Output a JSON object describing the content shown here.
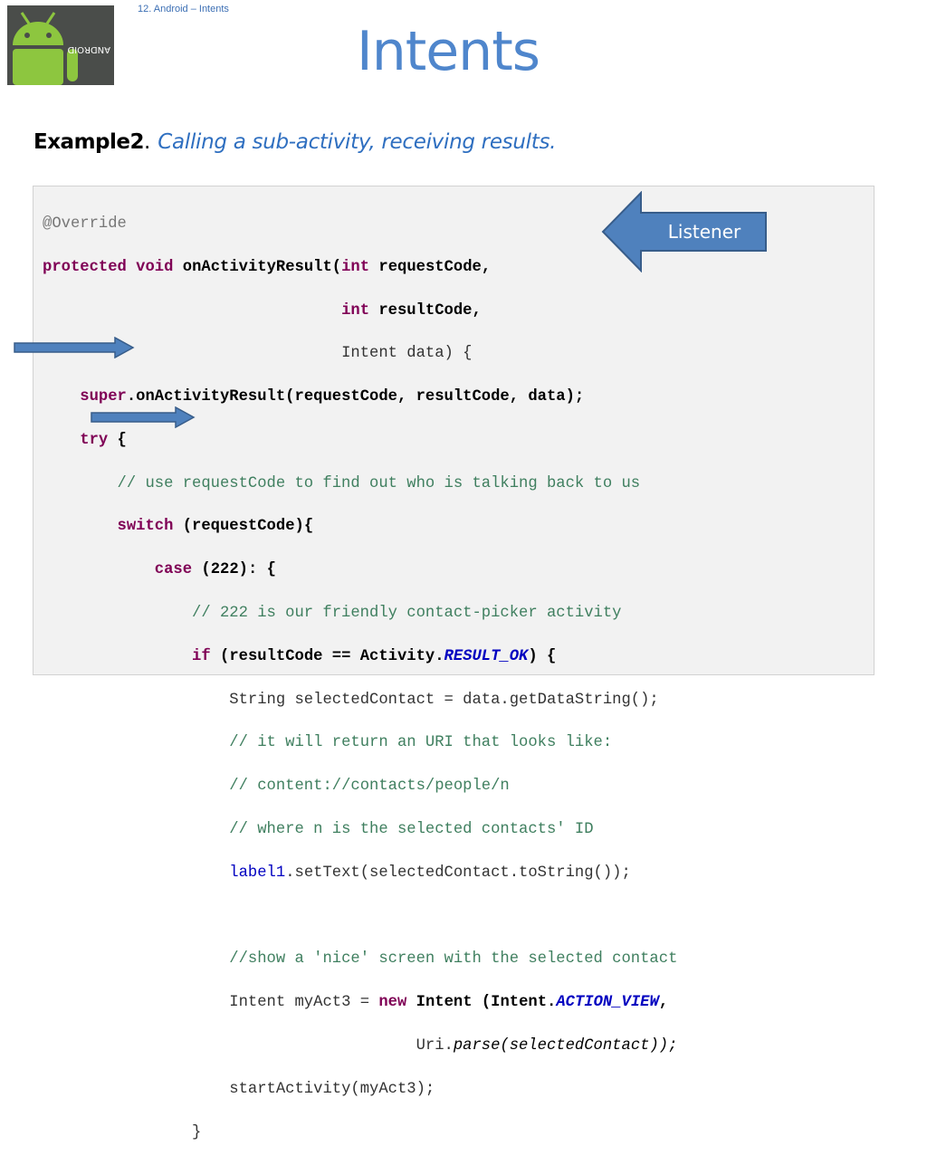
{
  "header": {
    "slide_label": "12. Android – Intents",
    "title": "Intents",
    "logo_text": "ANDROID"
  },
  "example": {
    "bold": "Example2",
    "punct": ".",
    "description": "Calling a sub-activity, receiving results."
  },
  "callout": {
    "label": "Listener"
  },
  "code": {
    "l1": "@Override",
    "l2_kw1": "protected",
    "l2_kw2": "void",
    "l2_name": "onActivityResult(",
    "l2_kw3": "int",
    "l2_rest": "requestCode,",
    "l3_kw": "int",
    "l3_rest": "resultCode,",
    "l4": "Intent data) {",
    "l5_kw": "super",
    "l5_rest": ".onActivityResult(requestCode, resultCode, data);",
    "l6_kw": "try",
    "l6_rest": "{",
    "l7": "// use requestCode to find out who is talking back to us",
    "l8_kw": "switch",
    "l8_rest": "(requestCode){",
    "l9_kw": "case",
    "l9_rest": "(222): {",
    "l10": "// 222 is our friendly contact-picker activity",
    "l11_kw": "if",
    "l11_a": "(resultCode == Activity.",
    "l11_static": "RESULT_OK",
    "l11_b": ") {",
    "l12": "String selectedContact = data.getDataString();",
    "l13": "// it will return an URI that looks like:",
    "l14": "// content://contacts/people/n",
    "l15": "// where n is the selected contacts' ID",
    "l16_field": "label1",
    "l16_rest": ".setText(selectedContact.toString());",
    "l18": "//show a 'nice' screen with the selected contact",
    "l19_a": "Intent myAct3 =",
    "l19_kw": "new",
    "l19_b": "Intent (Intent.",
    "l19_static": "ACTION_VIEW",
    "l19_c": ",",
    "l20_a": "Uri.",
    "l20_b": "parse(selectedContact));",
    "l21": "startActivity(myAct3);",
    "l22": "}"
  },
  "colors": {
    "title": "#4f86cc",
    "keyword": "#7f0055",
    "comment": "#3f7f5f",
    "static_field": "#0000c0",
    "arrow_fill": "#4f81bd",
    "arrow_stroke": "#385d8a"
  }
}
